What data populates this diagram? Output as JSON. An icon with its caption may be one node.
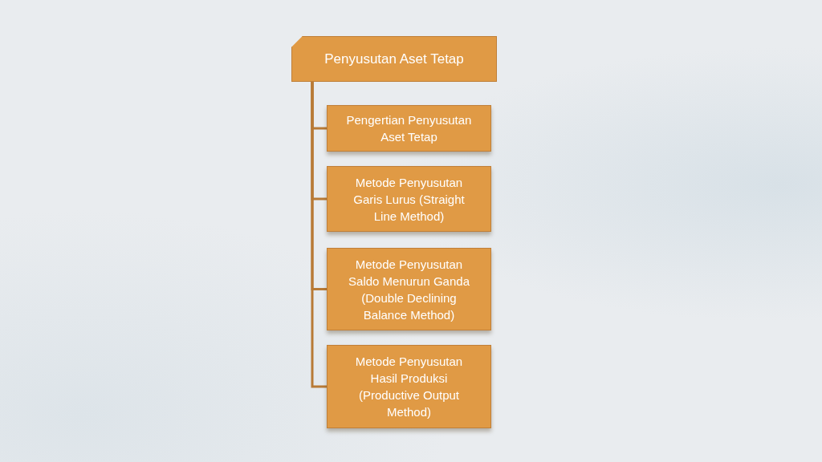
{
  "diagram": {
    "nodes": [
      {
        "text": [
          "Penyusutan Aset Tetap"
        ]
      },
      {
        "text": [
          "Pengertian Penyusutan Aset Tetap"
        ]
      },
      {
        "text": [
          "Metode Penyusutan Garis Lurus (Straight Line Method)"
        ]
      },
      {
        "text": [
          "Metode Penyusutan Saldo Menurun Ganda (Double Declining Balance Method)"
        ]
      },
      {
        "text": [
          "Metode Penyusutan Hasil Produksi (Productive Output Method)"
        ]
      }
    ],
    "edges": [
      {
        "from": 0,
        "to": 1,
        "arrow": "none"
      },
      {
        "from": 0,
        "to": 2,
        "arrow": "none"
      },
      {
        "from": 0,
        "to": 3,
        "arrow": "none"
      },
      {
        "from": 0,
        "to": 4,
        "arrow": "none"
      }
    ]
  }
}
